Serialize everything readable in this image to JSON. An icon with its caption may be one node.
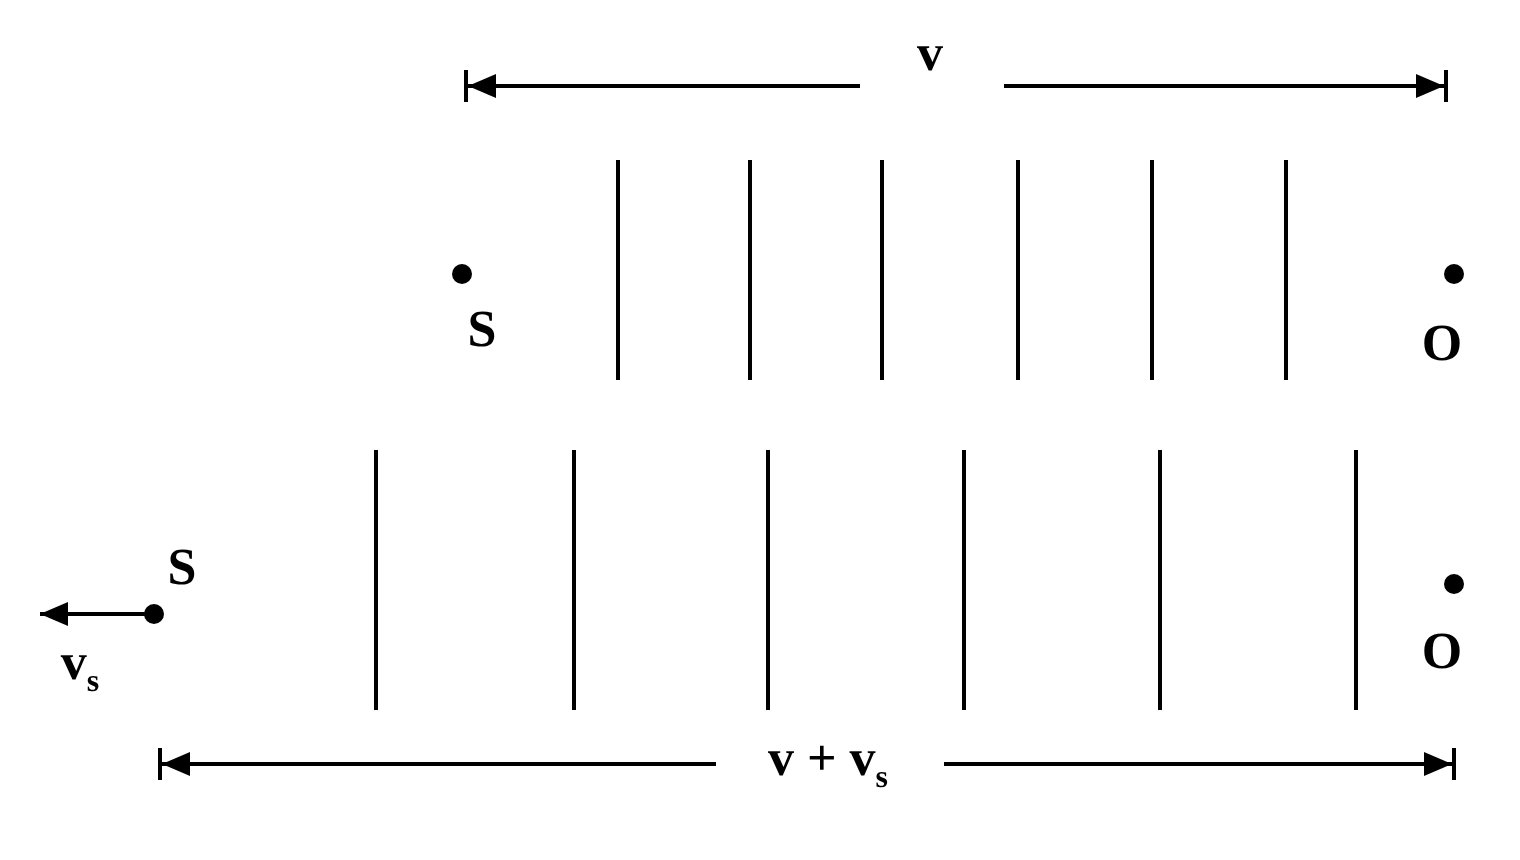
{
  "diagram": {
    "labels": [
      "v",
      "S",
      "O",
      "S",
      "v$_{s}$",
      "O",
      "v + v$_{s}$"
    ]
  }
}
